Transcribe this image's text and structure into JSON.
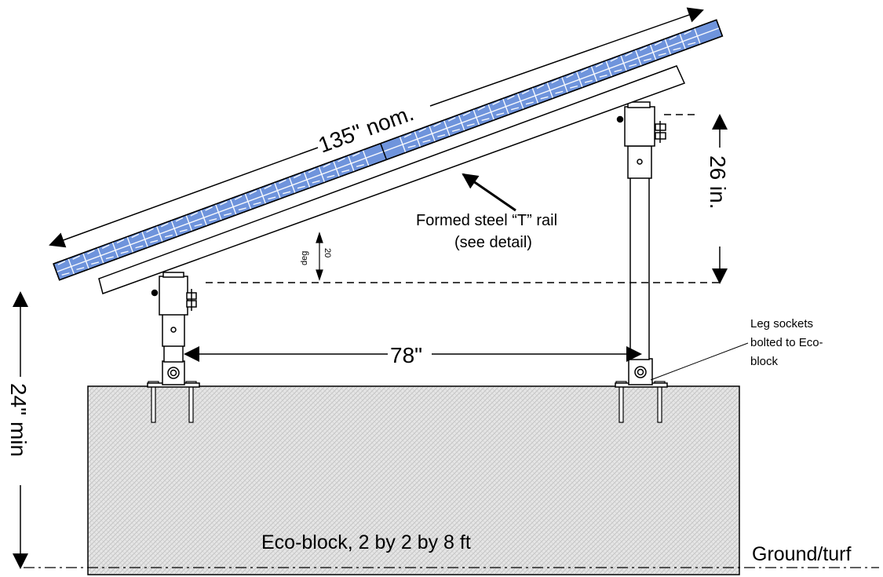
{
  "labels": {
    "panel_length": "135\" nom.",
    "rail_line1": "Formed steel “T” rail",
    "rail_line2": "(see detail)",
    "angle_value": "20",
    "angle_unit": "deg",
    "rise": "26 in.",
    "span": "78\"",
    "clearance": "24\" min",
    "socket_line1": "Leg sockets",
    "socket_line2": "bolted to Eco-",
    "socket_line3": "block",
    "block": "Eco-block, 2 by 2 by 8 ft",
    "ground": "Ground/turf"
  },
  "colors": {
    "panel_fill": "#6f94dc",
    "cell_grid": "#ffffff",
    "block_fill": "#e4e4e4",
    "line": "#000000"
  }
}
